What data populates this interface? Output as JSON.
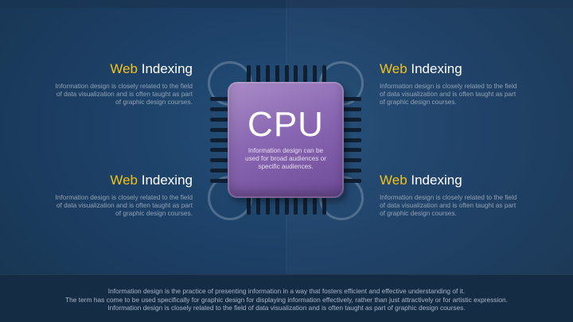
{
  "blocks": [
    {
      "highlight": "Web",
      "rest": " Indexing",
      "body": "Information design is closely related to the field of data visualization and is often taught as part of graphic design courses."
    },
    {
      "highlight": "Web",
      "rest": " Indexing",
      "body": "Information design is closely related to the field of data visualization and is often taught as part of graphic design courses."
    },
    {
      "highlight": "Web",
      "rest": " Indexing",
      "body": "Information design is closely related to the field of data visualization and is often taught as part of graphic design courses."
    },
    {
      "highlight": "Web",
      "rest": " Indexing",
      "body": "Information design is closely related to the field of data visualization and is often taught as part of graphic design courses."
    }
  ],
  "chip": {
    "title": "CPU",
    "subtitle": "Information design can be used for broad audiences or specific audiences."
  },
  "footer": {
    "line1": "Information design is the practice of presenting information in a way that fosters efficient and effective understanding of it.",
    "line2": "The term has come to be used specifically for graphic design for displaying information effectively, rather than just attractively or for artistic expression.",
    "line3": "Information design is closely related to the field of data visualization and is often taught as part of graphic design courses."
  },
  "colors": {
    "accent": "#f3c21a",
    "chip": "#8a67b2",
    "background": "#1d4067"
  }
}
